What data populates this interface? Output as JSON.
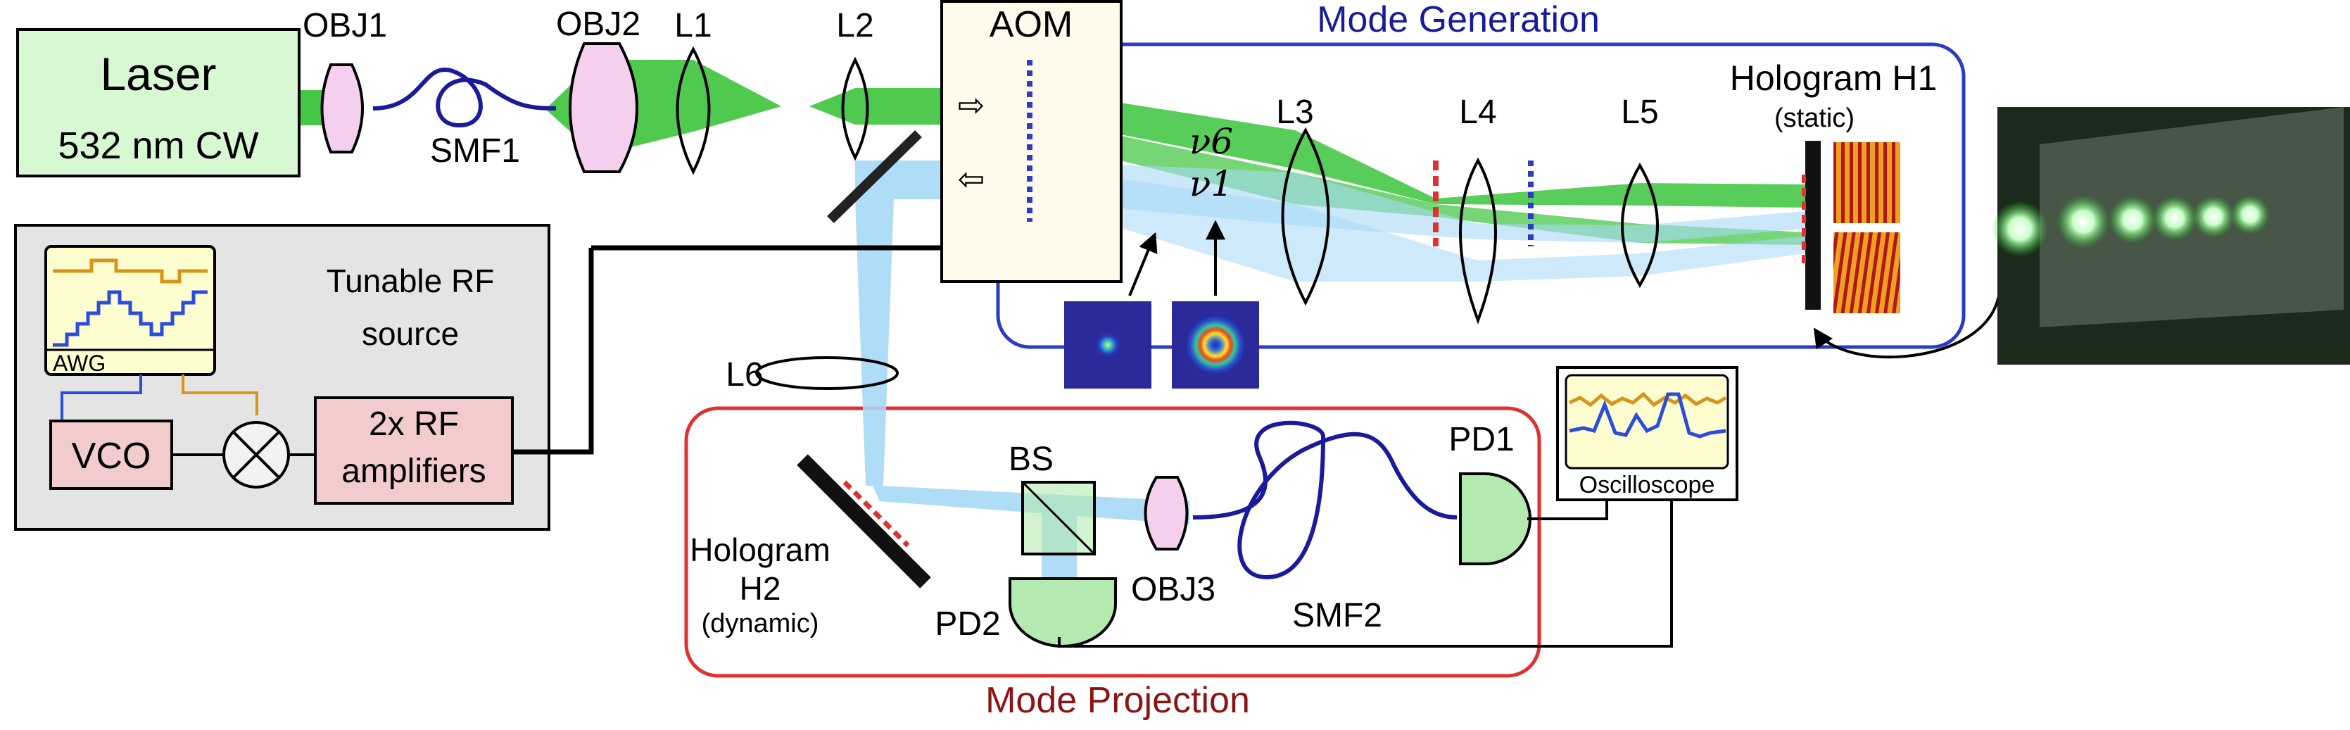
{
  "colors": {
    "green_beam": "#3cc43c",
    "blue_beam": "#a6d8f5",
    "mode_generation_border": "#2a3cc8",
    "mode_generation_title": "#1a1a9c",
    "mode_projection_border": "#e03030",
    "mode_projection_title": "#8c1414",
    "laser_fill": "#d8f8d4",
    "rf_fill": "#f2cccc",
    "rf_source_panel": "#e4e4e4",
    "aom_fill": "#fffaec",
    "detector_fill": "#b4eab0",
    "objective_fill": "#f5d0ee",
    "fiber": "#1a1a9c",
    "awg_trace": "#2a4ce0",
    "awg_trace2": "#d8951a",
    "screen_fill": "#fdfdd0"
  },
  "laser": {
    "title": "Laser",
    "subtitle": "532 nm CW"
  },
  "components": {
    "obj1": "OBJ1",
    "smf1": "SMF1",
    "obj2": "OBJ2",
    "l1": "L1",
    "l2": "L2",
    "aom": "AOM",
    "l3": "L3",
    "l4": "L4",
    "l5": "L5",
    "hologram_h1": "Hologram H1",
    "hologram_h1_note": "(static)",
    "l6": "L6",
    "bs": "BS",
    "obj3": "OBJ3",
    "smf2": "SMF2",
    "pd1": "PD1",
    "pd2": "PD2",
    "oscilloscope": "Oscilloscope",
    "hologram_h2_line1": "Hologram",
    "hologram_h2_line2": "H2",
    "hologram_h2_note": "(dynamic)"
  },
  "mode_labels": {
    "nu6": "ν6",
    "nu1": "ν1",
    "arrow_out": "⇨",
    "arrow_in": "⇦"
  },
  "sections": {
    "mode_generation": "Mode Generation",
    "mode_projection": "Mode Projection",
    "rf_source_line1": "Tunable RF",
    "rf_source_line2": "source"
  },
  "rf": {
    "awg": "AWG",
    "vco": "VCO",
    "amplifiers_line1": "2x RF",
    "amplifiers_line2": "amplifiers"
  },
  "icons": {
    "mixer": "mixer-icon",
    "mirror": "mirror-icon",
    "fiber": "fiber-icon",
    "awg_screen": "awg-screen-icon"
  }
}
